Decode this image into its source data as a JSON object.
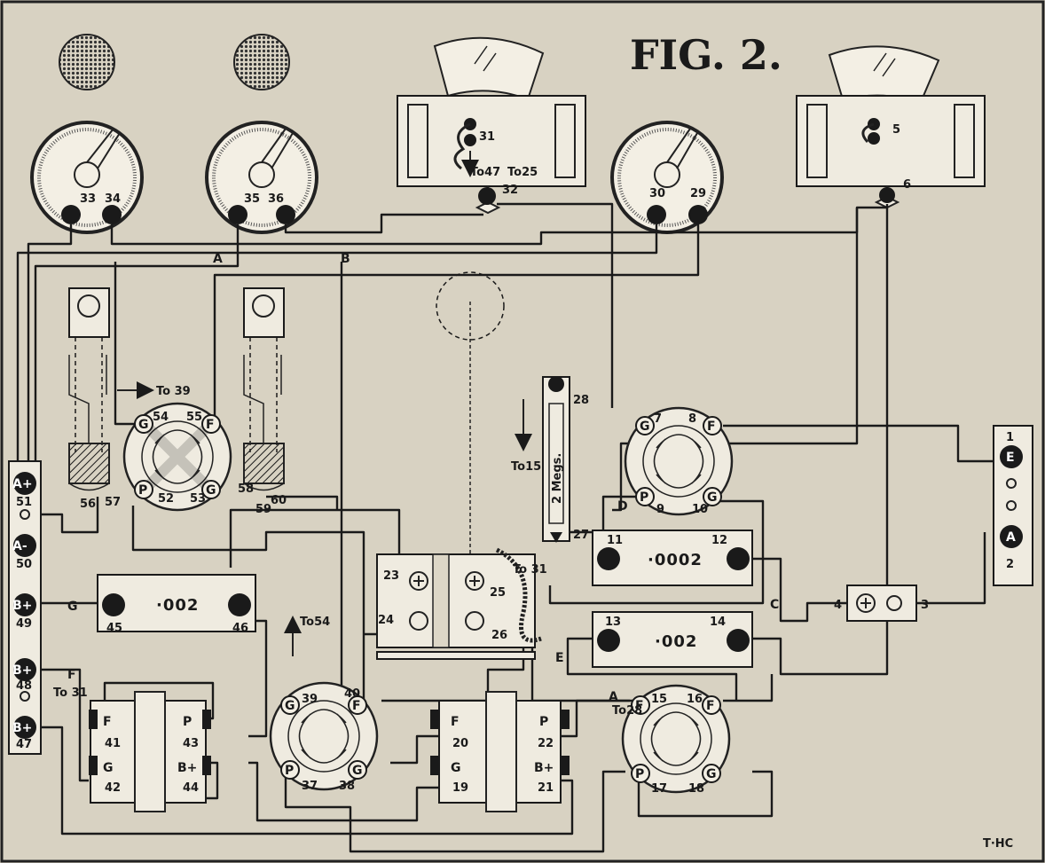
{
  "figure": {
    "title": "FIG. 2.",
    "signature": "T·HC"
  },
  "meters": {
    "m1": [
      "33",
      "34"
    ],
    "m2": [
      "35",
      "36"
    ],
    "m3": [
      "30",
      "29"
    ]
  },
  "jacks": {
    "j1": [
      "31",
      "32"
    ],
    "j2": [
      "5",
      "6"
    ],
    "to47": "To47",
    "to25": "To25"
  },
  "sockets": {
    "s1": [
      "54",
      "55",
      "52",
      "53"
    ],
    "s2": [
      "7",
      "8",
      "9",
      "10"
    ],
    "s3": [
      "39",
      "40",
      "37",
      "38"
    ],
    "s4": [
      "15",
      "16",
      "17",
      "18"
    ],
    "pins": {
      "g": "G",
      "p": "P",
      "f": "F"
    }
  },
  "capacitors": {
    "c1": {
      "value": "·002",
      "t": [
        "45",
        "46"
      ]
    },
    "c2": {
      "value": "·0002",
      "t": [
        "11",
        "12"
      ]
    },
    "c3": {
      "value": "·002",
      "t": [
        "13",
        "14"
      ]
    }
  },
  "leak": {
    "value": "2 Megs.",
    "t": [
      "28",
      "27"
    ]
  },
  "condenser": [
    "23",
    "24",
    "25",
    "26"
  ],
  "transformers": {
    "t1": {
      "left": [
        "F",
        "G"
      ],
      "right": [
        "P",
        "B+"
      ],
      "nums": [
        "41",
        "42",
        "43",
        "44"
      ]
    },
    "t2": {
      "left": [
        "F",
        "G"
      ],
      "right": [
        "P",
        "B+"
      ],
      "nums": [
        "20",
        "19",
        "22",
        "21"
      ]
    }
  },
  "battery_strip": {
    "labels": [
      "A+",
      "A-",
      "B+",
      "B+",
      "B+"
    ],
    "nums": [
      "51",
      "50",
      "49",
      "48",
      "47"
    ]
  },
  "antenna_strip": {
    "labels": [
      "E",
      "A"
    ],
    "nums": [
      "1",
      "2"
    ]
  },
  "switch": [
    "4",
    "3"
  ],
  "rheostats": [
    "56",
    "57",
    "58",
    "59",
    "60"
  ],
  "arrows": {
    "to39": "To 39",
    "to15": "To15",
    "to54": "To54",
    "to31": "To 31",
    "to31b": "To 31",
    "to28": "To28"
  },
  "wire_labels": {
    "A": "A",
    "B": "B",
    "C": "C",
    "D": "D",
    "E": "E",
    "F": "F",
    "G": "G",
    "A2": "A"
  }
}
